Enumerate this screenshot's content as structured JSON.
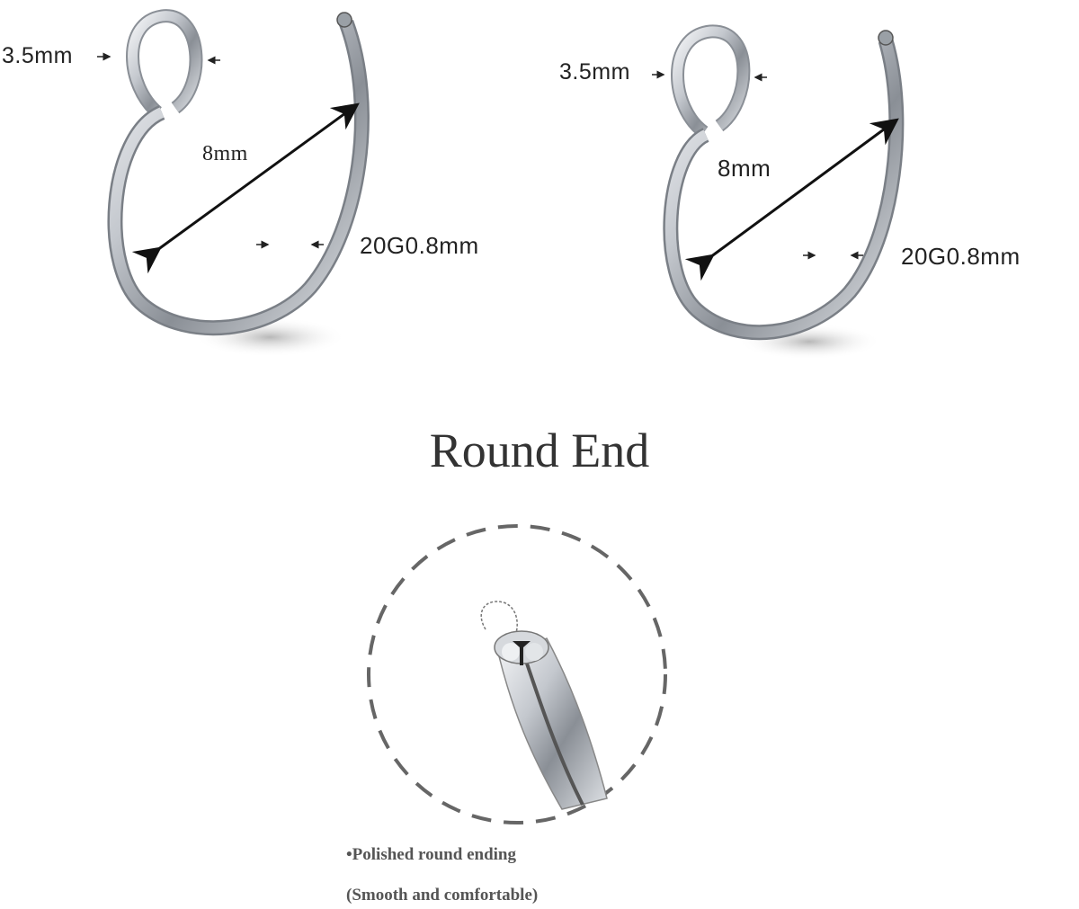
{
  "rings": [
    {
      "loop_diameter": "3.5mm",
      "ring_diameter": "8mm",
      "gauge": "20G0.8mm"
    },
    {
      "loop_diameter": "3.5mm",
      "ring_diameter": "8mm",
      "gauge": "20G0.8mm"
    }
  ],
  "section_title": "Round End",
  "detail": {
    "caption_line1": "•Polished round ending",
    "caption_line2": "(Smooth and comfortable)"
  },
  "colors": {
    "metal": "#b8bcc2",
    "metal_highlight": "#f2f3f5",
    "metal_shadow": "#6e737a",
    "annotation": "#111111",
    "dashed_circle": "#666666"
  }
}
